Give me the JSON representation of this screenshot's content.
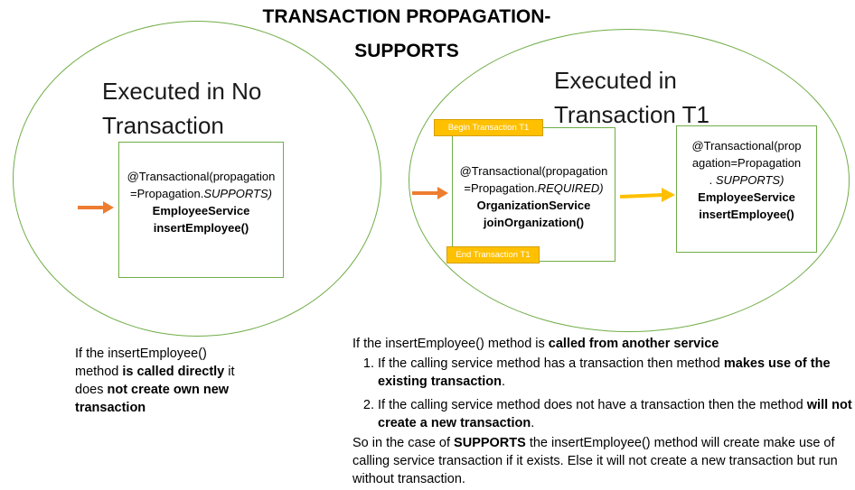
{
  "title": {
    "line1": "TRANSACTION PROPAGATION-",
    "line2": "SUPPORTS"
  },
  "colors": {
    "circle": "#70ad47",
    "arrow_orange": "#ed7d31",
    "arrow_yellow": "#ffc000",
    "tag": "#ffc000"
  },
  "left": {
    "label_line1": "Executed in No",
    "label_line2": "Transaction",
    "box": {
      "annotation_prefix": "@Transactional(propagation",
      "annotation_suffix_plain": "=Propagation.",
      "annotation_suffix_italic": "SUPPORTS)",
      "service": "EmployeeService",
      "method": "insertEmployee()"
    },
    "note": {
      "p1": "If the insertEmployee()",
      "p2": "method ",
      "p2_bold": "is called directly",
      "p2_tail": " it",
      "p3": "does ",
      "p3_bold": "not create own new",
      "p4_bold": "transaction"
    }
  },
  "right": {
    "label_line1": "Executed in",
    "label_line2": "Transaction T1",
    "begin_tag": "Begin Transaction  T1",
    "end_tag": "End Transaction T1",
    "org_box": {
      "annotation_prefix": "@Transactional(propagation",
      "annotation_suffix_plain": "=Propagation.",
      "annotation_suffix_italic": "REQUIRED)",
      "service": "OrganizationService",
      "method": "joinOrganization()"
    },
    "emp_box": {
      "annotation_line1": "@Transactional(prop",
      "annotation_line2": "agation=Propagation",
      "annotation_line3_plain": ". ",
      "annotation_line3_italic": "SUPPORTS)",
      "service": "EmployeeService",
      "method": "insertEmployee()"
    },
    "note": {
      "intro": "If the insertEmployee()  method is ",
      "intro_bold": "called from another service",
      "item1": "If the calling service method has a transaction then method ",
      "item1_bold": "makes use of the existing transaction",
      "item1_tail": ".",
      "item2": "If the calling service method does not have a transaction then the method ",
      "item2_bold": "will not create a new transaction",
      "item2_tail": ".",
      "summary_pre": "So in the case of ",
      "summary_bold": "SUPPORTS",
      "summary_post": " the insertEmployee() method will create make use of calling service transaction if it exists. Else it will not create a new transaction but run without transaction."
    }
  }
}
